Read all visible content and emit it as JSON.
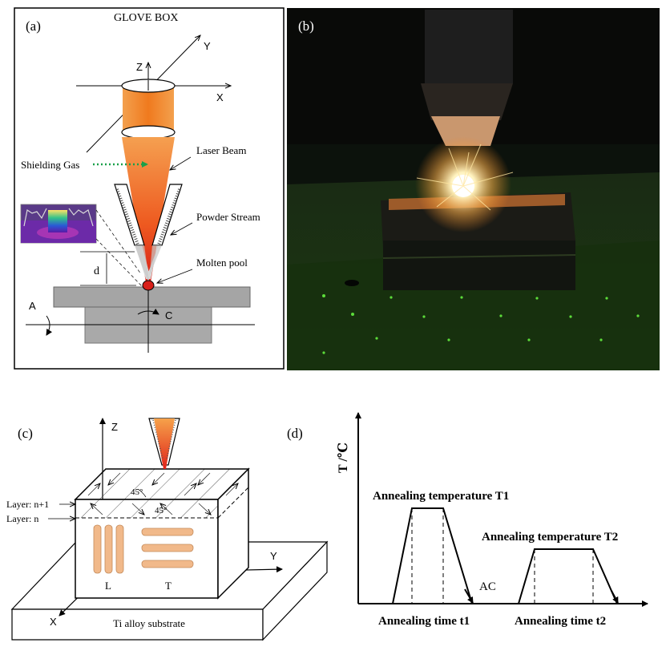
{
  "panel_a": {
    "panel_label": "(a)",
    "title": "GLOVE BOX",
    "axis_z": "Z",
    "axis_y": "Y",
    "axis_x": "X",
    "shielding_gas": "Shielding Gas",
    "laser_beam": "Laser Beam",
    "powder_stream": "Powder Stream",
    "molten_pool": "Molten pool",
    "distance": "d",
    "rot_a": "A",
    "rot_c": "C"
  },
  "panel_b": {
    "panel_label": "(b)"
  },
  "panel_c": {
    "panel_label": "(c)",
    "axis_z": "Z",
    "axis_y": "Y",
    "axis_x": "X",
    "angle_top": "45°",
    "angle_side": "45°",
    "layer_n1": "Layer: n+1",
    "layer_n": "Layer: n",
    "sample_l": "L",
    "sample_t": "T",
    "substrate": "Ti  alloy substrate"
  },
  "panel_d": {
    "panel_label": "(d)",
    "y_axis": "T /℃",
    "anneal_temp_1": "Annealing temperature T1",
    "anneal_temp_2": "Annealing temperature T2",
    "cooling": "AC",
    "anneal_time_1": "Annealing time t1",
    "anneal_time_2": "Annealing time t2"
  },
  "colors": {
    "laser_orange": "#f07a1e",
    "laser_red": "#e8341c",
    "gas_green": "#1aa04a",
    "sample_tan": "#f1b98a",
    "substrate_gray": "#a9a9a9",
    "photo_bg": "#0c120c"
  }
}
